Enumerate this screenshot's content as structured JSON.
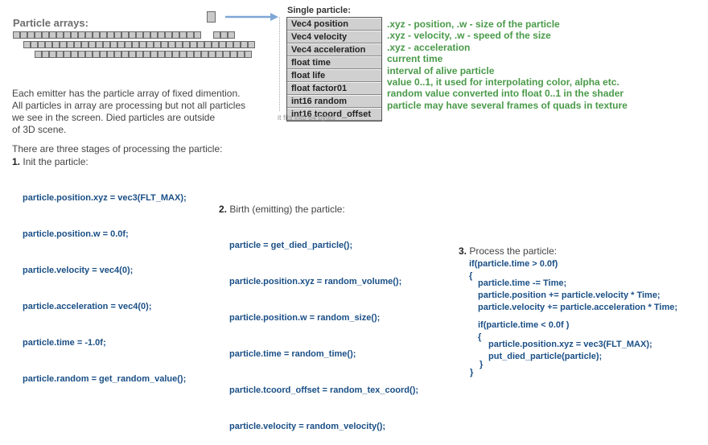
{
  "left": {
    "title": "Particle arrays:",
    "desc": [
      "Each emitter has the particle array of fixed dimention.",
      "All particles in array are processing but not all particles",
      "we see in the screen. Died particles are outside",
      "of 3D scene."
    ],
    "stages_intro": "There are three stages of processing the particle:"
  },
  "single": {
    "title": "Single particle:",
    "fields": [
      {
        "name": "Vec4  position",
        "desc": ".xyz - position,  .w - size of the particle"
      },
      {
        "name": "Vec4  velocity",
        "desc": ".xyz - velocity,  .w - speed of the size"
      },
      {
        "name": "Vec4  acceleration",
        "desc": ".xyz - acceleration"
      },
      {
        "name": "float  time",
        "desc": "current time"
      },
      {
        "name": "float  life",
        "desc": "interval of alive particle"
      },
      {
        "name": "float  factor01",
        "desc": "value 0..1, it used for interpolating color, alpha etc."
      },
      {
        "name": "int16  random",
        "desc": "random value converted into float 0..1 in the shader"
      },
      {
        "name": "int16  tcoord_offset",
        "desc": "particle may have several frames of quads in texture"
      }
    ],
    "note": "it fits into 64 bytes"
  },
  "stages": [
    {
      "num": "1.",
      "title": "Init the particle:",
      "code": [
        "particle.position.xyz = vec3(FLT_MAX);",
        "particle.position.w = 0.0f;",
        "particle.velocity = vec4(0);",
        "particle.acceleration = vec4(0);",
        "particle.time = -1.0f;",
        "particle.random = get_random_value();"
      ]
    },
    {
      "num": "2.",
      "title": "Birth (emitting) the particle:",
      "code": [
        "particle = get_died_particle();",
        "particle.position.xyz = random_volume();",
        "particle.position.w = random_size();",
        "particle.time = random_time();",
        "particle.tcoord_offset = random_tex_coord();",
        "particle.velocity = random_velocity();"
      ]
    },
    {
      "num": "3.",
      "title": "Process the particle:",
      "code": [
        "if(particle.time > 0.0f)",
        "{",
        "particle.time -= Time;",
        "particle.position += particle.velocity * Time;",
        "particle.velocity += particle.acceleration * Time;",
        "if(particle.time < 0.0f )",
        "{",
        "particle.position.xyz = vec3(FLT_MAX);",
        "put_died_particle(particle);",
        "}",
        "}"
      ]
    }
  ],
  "colors": {
    "code": "#1a4f86",
    "green_text": "#4a9a4a",
    "arrow": "#7fa7d6"
  }
}
